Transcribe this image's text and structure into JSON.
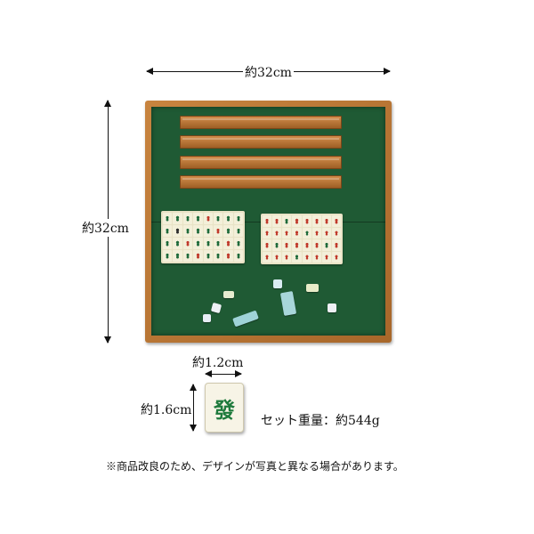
{
  "dimensions": {
    "board_width": "約32cm",
    "board_height": "約32cm",
    "tile_width": "約1.2cm",
    "tile_height": "約1.6cm"
  },
  "tile_glyph": "發",
  "weight_text": "セット重量：約544g",
  "note_text": "※商品改良のため、デザインが写真と異なる場合があります。",
  "colors": {
    "felt": "#1f5a34",
    "frame": "#b87535",
    "tile_face": "#f3efd9",
    "tile_green": "#1e7a3c",
    "tile_red": "#c0392b"
  }
}
